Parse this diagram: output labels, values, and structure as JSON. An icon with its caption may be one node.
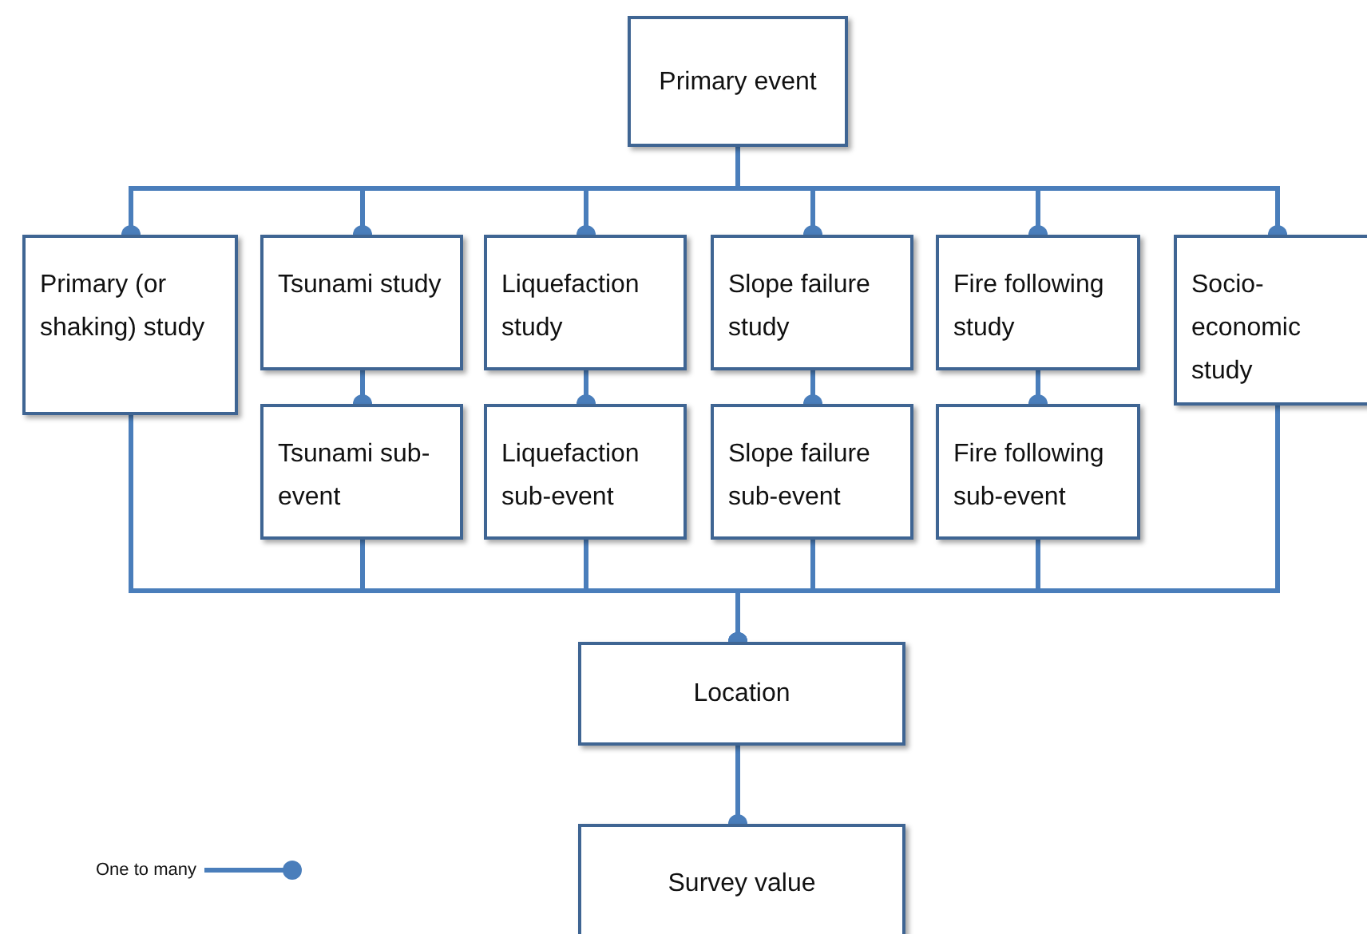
{
  "diagram": {
    "nodes": [
      {
        "text": [
          "Primary event"
        ]
      },
      {
        "text": [
          "Primary (or shaking) study"
        ]
      },
      {
        "text": [
          "Tsunami study"
        ]
      },
      {
        "text": [
          "Liquefaction study"
        ]
      },
      {
        "text": [
          "Slope failure study"
        ]
      },
      {
        "text": [
          "Fire following study"
        ]
      },
      {
        "text": [
          "Socio-economic study"
        ]
      },
      {
        "text": [
          "Tsunami sub-event"
        ]
      },
      {
        "text": [
          "Liquefaction sub-event"
        ]
      },
      {
        "text": [
          "Slope failure sub-event"
        ]
      },
      {
        "text": [
          "Fire following sub-event"
        ]
      },
      {
        "text": [
          "Location"
        ]
      },
      {
        "text": [
          "Survey value"
        ]
      }
    ],
    "edges": [
      {
        "from": 0,
        "to": 1,
        "arrow": "other"
      },
      {
        "from": 0,
        "to": 2,
        "arrow": "other"
      },
      {
        "from": 0,
        "to": 3,
        "arrow": "other"
      },
      {
        "from": 0,
        "to": 4,
        "arrow": "other"
      },
      {
        "from": 0,
        "to": 5,
        "arrow": "other"
      },
      {
        "from": 0,
        "to": 6,
        "arrow": "other"
      },
      {
        "from": 2,
        "to": 7,
        "arrow": "other"
      },
      {
        "from": 3,
        "to": 8,
        "arrow": "other"
      },
      {
        "from": 4,
        "to": 9,
        "arrow": "other"
      },
      {
        "from": 5,
        "to": 10,
        "arrow": "other"
      },
      {
        "from": 1,
        "to": 11,
        "arrow": "other"
      },
      {
        "from": 7,
        "to": 11,
        "arrow": "other"
      },
      {
        "from": 8,
        "to": 11,
        "arrow": "other"
      },
      {
        "from": 9,
        "to": 11,
        "arrow": "other"
      },
      {
        "from": 10,
        "to": 11,
        "arrow": "other"
      },
      {
        "from": 6,
        "to": 11,
        "arrow": "other"
      },
      {
        "from": 11,
        "to": 12,
        "arrow": "other"
      }
    ],
    "legend": [
      {
        "text": "One to many"
      }
    ]
  }
}
